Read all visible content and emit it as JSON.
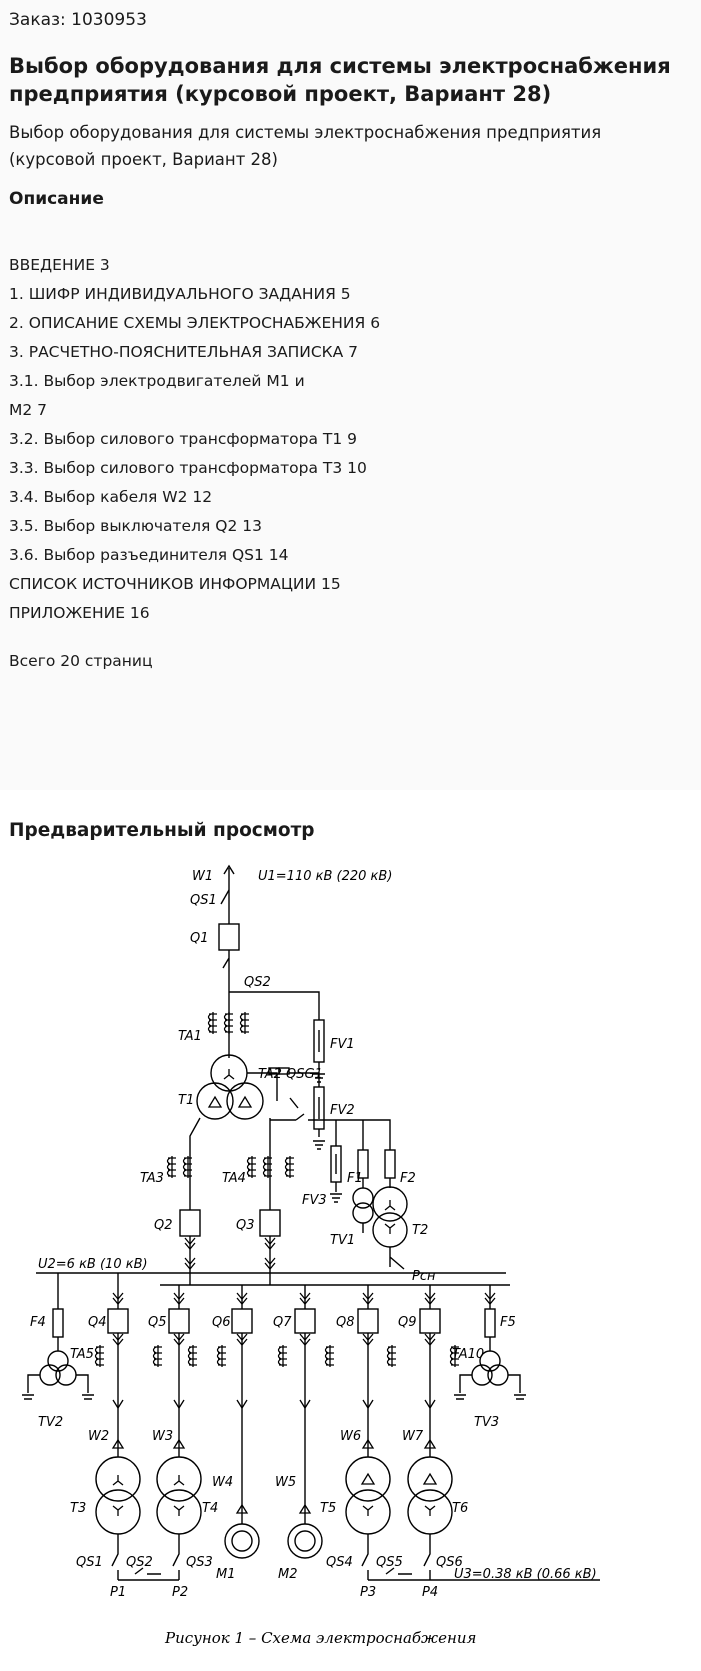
{
  "order": "Заказ: 1030953",
  "title": "Выбор оборудования для системы электроснабжения предприятия (курсовой проект, Вариант 28)",
  "subtitle": "Выбор оборудования для системы электроснабжения предприятия (курсовой проект, Вариант 28)",
  "description_heading": "Описание",
  "toc": [
    "ВВЕДЕНИЕ 3",
    "1. ШИФР ИНДИВИДУАЛЬНОГО ЗАДАНИЯ 5",
    "2. ОПИСАНИЕ СХЕМЫ ЭЛЕКТРОСНАБЖЕНИЯ 6",
    "3. РАСЧЕТНО-ПОЯСНИТЕЛЬНАЯ ЗАПИСКА 7",
    "3.1. Выбор электродвигателей М1 и",
    "М2 7",
    "3.2. Выбор силового трансформатора Т1 9",
    "3.3. Выбор силового трансформатора Т3 10",
    "3.4. Выбор кабеля W2 12",
    "3.5. Выбор выключателя Q2 13",
    "3.6. Выбор разъединителя QS1 14",
    "СПИСОК ИСТОЧНИКОВ ИНФОРМАЦИИ 15",
    "ПРИЛОЖЕНИЕ 16"
  ],
  "total": "Всего 20 страниц",
  "preview_heading": "Предварительный просмотр",
  "diagram": {
    "caption": "Рисунок 1 – Схема электроснабжения",
    "u1": "U1=110  кВ  (220  кВ)",
    "u2": "U2=6  кВ  (10  кВ)",
    "u3": "U3=0.38  кВ  (0.66  кВ)",
    "psn": "Pсн",
    "labels": {
      "w1": "W1",
      "qs1": "QS1",
      "q1": "Q1",
      "qs2": "QS2",
      "ta1": "TA1",
      "fv1": "FV1",
      "ta2": "TA2",
      "qsg1": "QSG1",
      "t1": "T1",
      "fv2": "FV2",
      "ta3": "TA3",
      "ta4": "TA4",
      "f1": "F1",
      "f2": "F2",
      "fv3": "FV3",
      "tv1": "TV1",
      "t2": "T2",
      "q2": "Q2",
      "q3": "Q3",
      "q4": "Q4",
      "q5": "Q5",
      "q6": "Q6",
      "q7": "Q7",
      "q8": "Q8",
      "q9": "Q9",
      "f4": "F4",
      "ta5": "TA5",
      "tv2": "TV2",
      "ta10": "TA10",
      "f5": "F5",
      "tv3": "TV3",
      "w2": "W2",
      "w3": "W3",
      "w4": "W4",
      "w5": "W5",
      "w6": "W6",
      "w7": "W7",
      "t3": "T3",
      "t4": "T4",
      "t5": "T5",
      "t6": "T6",
      "m1": "M1",
      "m2": "M2",
      "qs1b": "QS1",
      "qs2b": "QS2",
      "qs3": "QS3",
      "qs4": "QS4",
      "qs5": "QS5",
      "qs6": "QS6",
      "p1": "P1",
      "p2": "P2",
      "p3": "P3",
      "p4": "P4"
    }
  }
}
